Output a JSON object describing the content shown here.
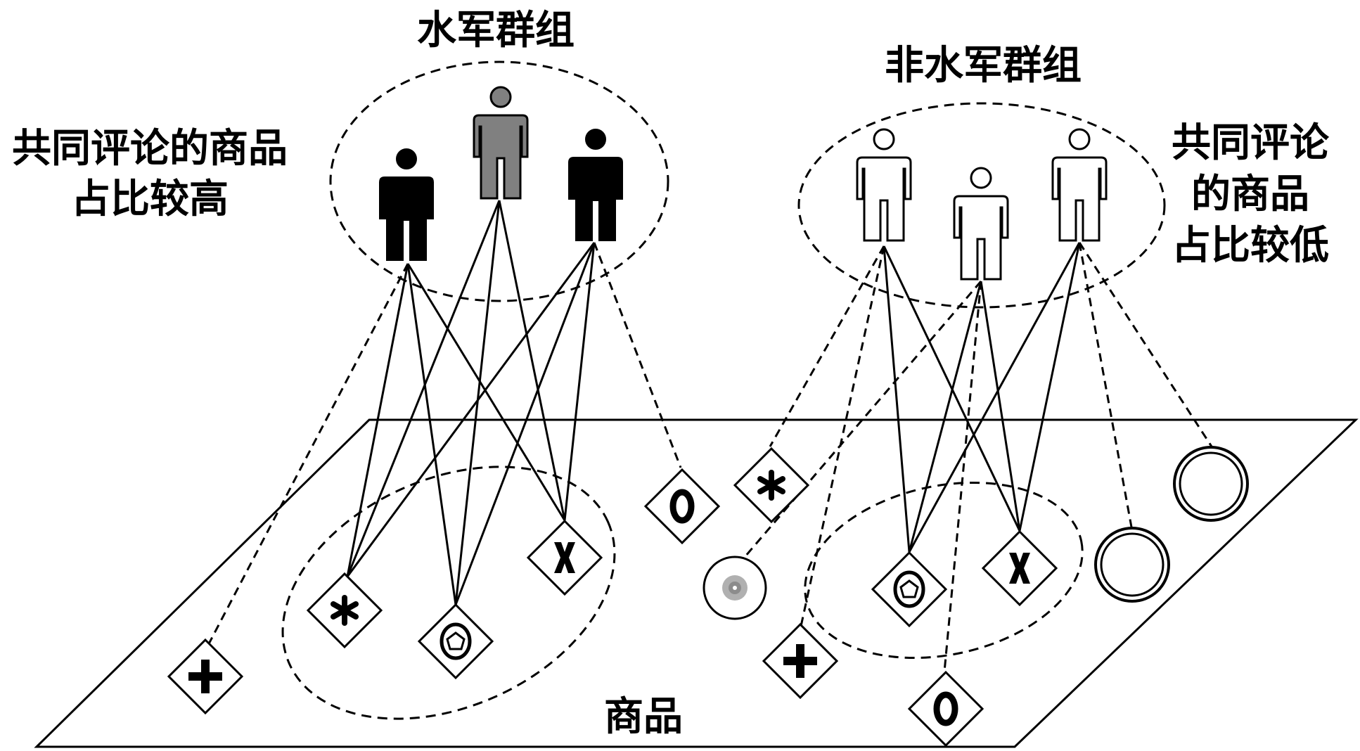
{
  "labels": {
    "spam_group": "水军群组",
    "normal_group": "非水军群组",
    "spam_note_line1": "共同评论的商品",
    "spam_note_line2": "占比较高",
    "normal_note_line1": "共同评论",
    "normal_note_line2": "的商品",
    "normal_note_line3": "占比较低",
    "products": "商品"
  },
  "colors": {
    "line": "#000000",
    "spam_user_fill": "#000000",
    "spam_user_gray": "#808080",
    "normal_user_fill": "#ffffff"
  },
  "icons": {
    "user": "person-icon",
    "product_shapes": [
      "plus",
      "asterisk",
      "pentagon",
      "x",
      "o",
      "circle"
    ]
  }
}
